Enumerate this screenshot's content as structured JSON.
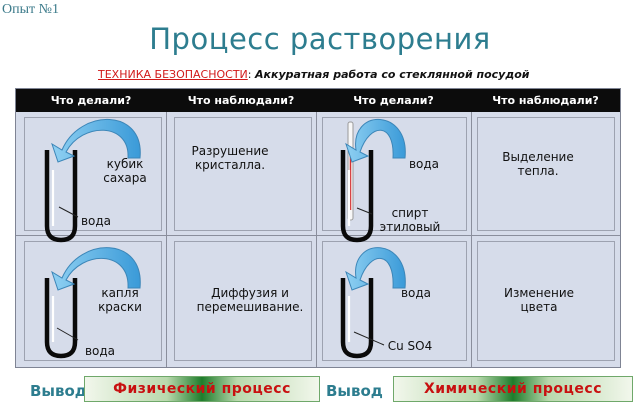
{
  "header": {
    "experiment": "Опыт №1",
    "title": "Процесс растворения",
    "safety_label": "ТЕХНИКА БЕЗОПАСНОСТИ",
    "safety_colon": ":",
    "safety_text": "Аккуратная работа со стеклянной посудой"
  },
  "table": {
    "headers": [
      "Что делали?",
      "Что наблюдали?",
      "Что делали?",
      "Что наблюдали?"
    ],
    "row1": {
      "substance": "кубик сахара",
      "liquid": "вода",
      "observation": "Разрушение кристалла.",
      "substance2": "вода",
      "liquid2": "спирт этиловый",
      "observation2": "Выделение тепла."
    },
    "row2": {
      "substance": "капля краски",
      "liquid": "вода",
      "observation": "Диффузия и перемешивание.",
      "substance2": "вода",
      "liquid2": "Cu SO4",
      "observation2": "Изменение цвета"
    }
  },
  "conclusion": {
    "label1": "Вывод",
    "value1": "Физический процесс",
    "label2": "Вывод",
    "value2": "Химический процесс"
  },
  "colors": {
    "accent": "#2d7d8f",
    "header_bg": "#0c0c0c",
    "table_bg": "#d6dcea",
    "safety_red": "#d11a1a",
    "arrow_blue": "#5ab4e6"
  }
}
